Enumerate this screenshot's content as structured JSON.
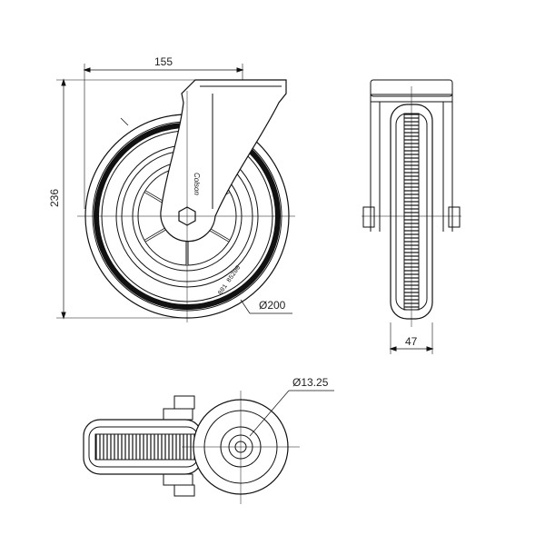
{
  "dimensions": {
    "width": "155",
    "height": "236",
    "wheel_diameter": "Ø200",
    "wheel_width": "47",
    "bolt_hole": "Ø13.25"
  },
  "markings": {
    "bracket_logo": "Colson",
    "tire_text": "801 85200"
  },
  "colors": {
    "line": "#111111",
    "background": "#ffffff"
  }
}
